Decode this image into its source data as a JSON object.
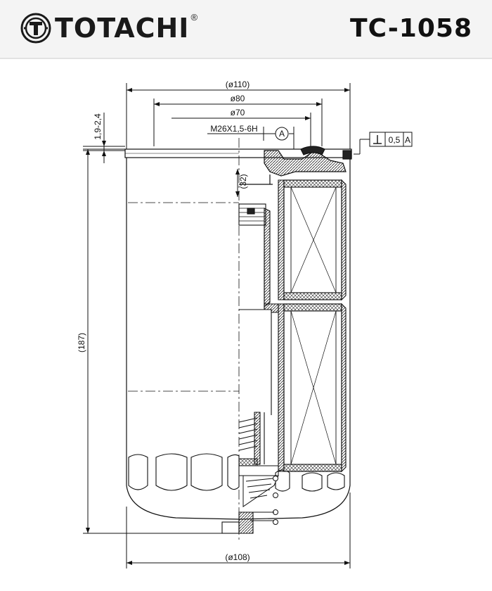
{
  "header": {
    "brand": "TOTACHI",
    "registered": "®",
    "part_number": "TC-1058"
  },
  "dimensions": {
    "outer_diameter_top": "(ø110)",
    "gasket_outer": "ø80",
    "gasket_inner": "ø70",
    "thread": "M26X1,5-6H",
    "datum": "A",
    "gasket_thickness": "1,9-2,4",
    "height": "(187)",
    "thread_depth": "(32)",
    "tolerance_value": "0,5",
    "tolerance_datum": "A",
    "body_diameter": "(ø108)"
  }
}
